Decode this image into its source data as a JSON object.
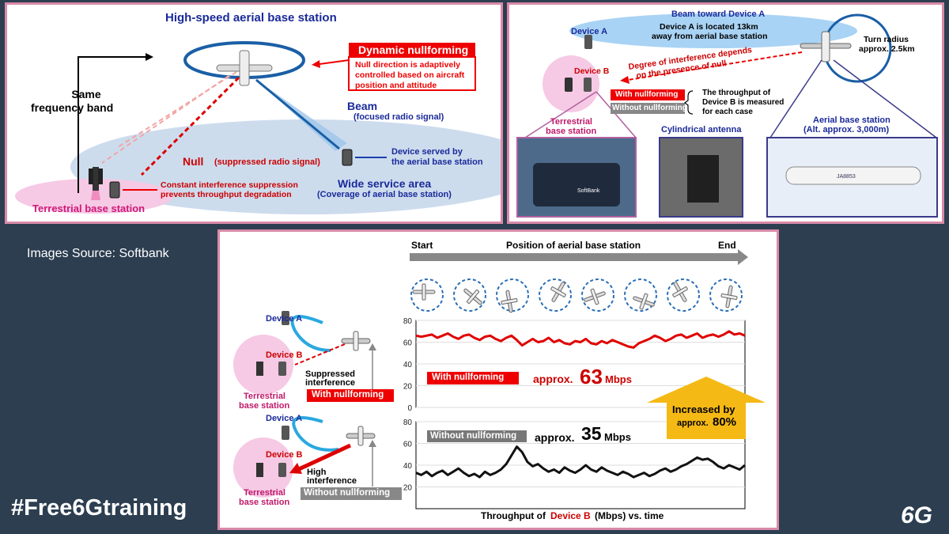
{
  "slide": {
    "source_text": "Images Source: Softbank",
    "hashtag": "#Free6Gtraining",
    "logo_text": "6G"
  },
  "panel_a": {
    "title": "High-speed aerial base station",
    "same_band": [
      "Same",
      "frequency band"
    ],
    "nullforming_title": "Dynamic nullforming",
    "nullforming_desc": [
      "Null direction is adaptively",
      "controlled based on aircraft",
      "position and attitude"
    ],
    "beam_title": "Beam",
    "beam_desc": "(focused radio signal)",
    "null_title": "Null",
    "null_desc": "(suppressed radio signal)",
    "device_desc": [
      "Device served by",
      "the aerial base station"
    ],
    "interference_desc": [
      "Constant interference suppression",
      "prevents throughput degradation"
    ],
    "service_area": "Wide service area",
    "service_area_desc": "(Coverage of aerial base station)",
    "terrestrial": "Terrestrial base station"
  },
  "panel_b": {
    "beam_label": "Beam toward Device A",
    "device_a": "Device A",
    "device_a_desc": [
      "Device A is located 13km",
      "away from aerial base station"
    ],
    "turn_radius": [
      "Turn radius",
      "approx. 2.5km"
    ],
    "interference": [
      "Degree of interference depends",
      "on the presence of null"
    ],
    "device_b": "Device B",
    "with_null": "With nullforming",
    "without_null": "Without nullforming",
    "throughput_note": [
      "The throughput of",
      "Device B is measured",
      "for each case"
    ],
    "terrestrial": [
      "Terrestrial",
      "base station"
    ],
    "cyl_antenna": "Cylindrical antenna",
    "aerial_station": "Aerial base station",
    "altitude": "(Alt.  approx. 3,000m)",
    "van_logo": "SoftBank",
    "plane_reg": "JA8853"
  },
  "panel_c": {
    "start": "Start",
    "position": "Position of aerial base station",
    "end": "End",
    "device_a": "Device A",
    "device_b": "Device B",
    "terrestrial": [
      "Terrestrial",
      "base station"
    ],
    "suppressed": [
      "Suppressed",
      "interference"
    ],
    "high": [
      "High",
      "interference"
    ],
    "with_null": "With nullforming",
    "without_null": "Without nullforming",
    "approx": "approx.",
    "with_value": "63",
    "without_value": "35",
    "unit": "Mbps",
    "increased": "Increased by",
    "increased_approx": "approx.",
    "increased_value": "80%",
    "xlabel_prefix": "Throughput of",
    "xlabel_device": "Device B",
    "xlabel_suffix": "(Mbps)  vs. time"
  },
  "chart_data": [
    {
      "type": "line",
      "title": "",
      "series": [
        {
          "name": "With nullforming",
          "color": "#e00000"
        }
      ],
      "ylim": [
        0,
        80
      ],
      "yticks": [
        0,
        20,
        40,
        60,
        80
      ],
      "xlabel": "",
      "ylabel": "",
      "grid": true,
      "values": [
        66,
        65,
        66,
        67,
        64,
        66,
        68,
        65,
        63,
        66,
        67,
        64,
        62,
        65,
        66,
        63,
        61,
        64,
        66,
        62,
        57,
        60,
        63,
        60,
        61,
        64,
        60,
        62,
        59,
        58,
        61,
        60,
        63,
        59,
        58,
        61,
        59,
        62,
        60,
        58,
        56,
        55,
        59,
        61,
        63,
        66,
        64,
        61,
        63,
        66,
        67,
        64,
        66,
        68,
        64,
        66,
        67,
        65,
        67,
        70,
        67,
        68,
        66
      ]
    },
    {
      "type": "line",
      "title": "",
      "series": [
        {
          "name": "Without nullforming",
          "color": "#111111"
        }
      ],
      "ylim": [
        0,
        80
      ],
      "yticks": [
        20,
        40,
        60,
        80
      ],
      "xlabel": "",
      "ylabel": "",
      "grid": true,
      "values": [
        33,
        31,
        34,
        30,
        33,
        35,
        31,
        34,
        37,
        33,
        30,
        32,
        29,
        34,
        31,
        33,
        36,
        41,
        49,
        57,
        52,
        43,
        39,
        41,
        37,
        34,
        36,
        33,
        38,
        35,
        33,
        36,
        40,
        36,
        34,
        38,
        35,
        33,
        31,
        34,
        32,
        29,
        31,
        33,
        30,
        32,
        35,
        37,
        34,
        36,
        39,
        41,
        44,
        47,
        45,
        46,
        43,
        39,
        37,
        40,
        38,
        36,
        40
      ]
    }
  ]
}
